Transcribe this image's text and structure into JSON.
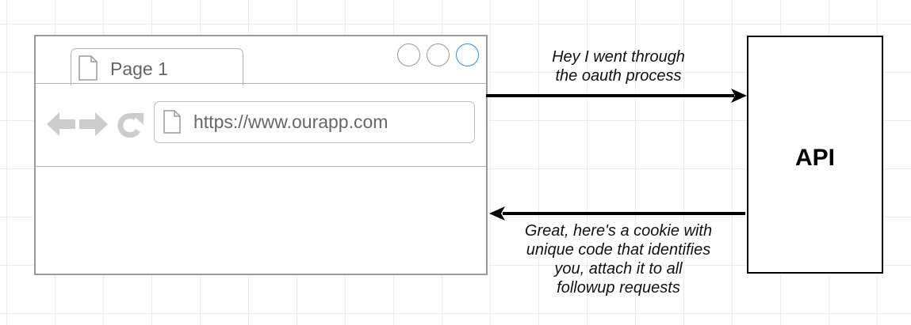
{
  "browser": {
    "tab_label": "Page 1",
    "url": "https://www.ourapp.com",
    "icons": [
      "document-icon",
      "back-arrow-icon",
      "forward-arrow-icon",
      "reload-icon"
    ]
  },
  "api": {
    "label": "API"
  },
  "request_message": {
    "lines": [
      "Hey I went through",
      "the oauth process"
    ]
  },
  "response_message": {
    "lines": [
      "Great, here's a cookie with",
      "unique code that identifies",
      "you, attach it to all",
      "followup requests"
    ]
  },
  "colors": {
    "browser_border": "#9a9a9a",
    "icon_gray": "#cccccc",
    "active_circle": "#3b8dd9",
    "arrow": "#000000"
  }
}
